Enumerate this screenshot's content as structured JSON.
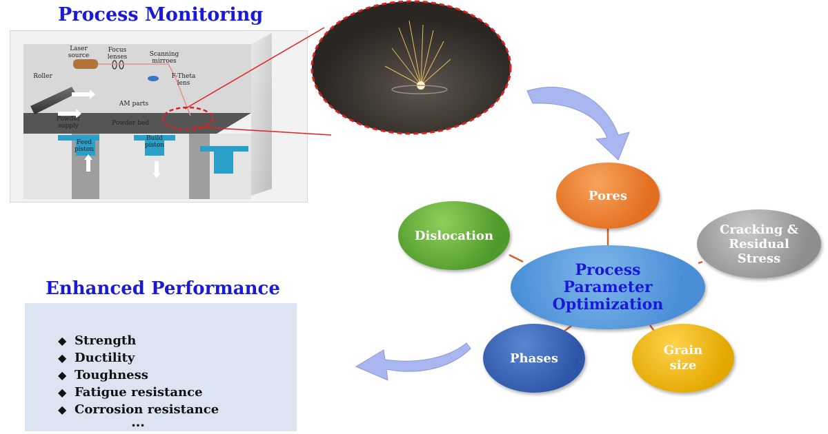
{
  "process_monitoring": {
    "title": "Process Monitoring",
    "machine_labels": {
      "laser_source": "Laser source",
      "focus_lenses": "Focus lenses",
      "scanning_mirrors": "Scanning mirroes",
      "f_theta_lens": "F-Theta lens",
      "roller": "Roller",
      "am_parts": "AM parts",
      "powder_supply": "Powder supply",
      "powder_bed": "Powder bed",
      "feed_piston": "Feed piston",
      "build_piston": "Build piston"
    }
  },
  "optimization": {
    "center": "Process Parameter Optimization",
    "nodes": {
      "pores": "Pores",
      "dislocation": "Dislocation",
      "cracking": "Cracking & Residual Stress",
      "phases": "Phases",
      "grain_size": "Grain size"
    }
  },
  "performance": {
    "title": "Enhanced Performance",
    "bullet_icon": "diamond-bullet-icon",
    "items": [
      "Strength",
      "Ductility",
      "Toughness",
      "Fatigue resistance",
      "Corrosion resistance"
    ],
    "ellipsis": "…"
  },
  "colors": {
    "heading": "#1a1ad6",
    "pores": "#e36e1f",
    "dislocation": "#4e9a2a",
    "cracking": "#8e8e8e",
    "center": "#4a8fd6",
    "phases": "#2e56a8",
    "grain_size": "#e3a800",
    "connector": "#d35f2b",
    "highlight_circle": "#e02020",
    "arrow_fill": "#a9b6f0",
    "performance_box": "#dde4f1"
  }
}
